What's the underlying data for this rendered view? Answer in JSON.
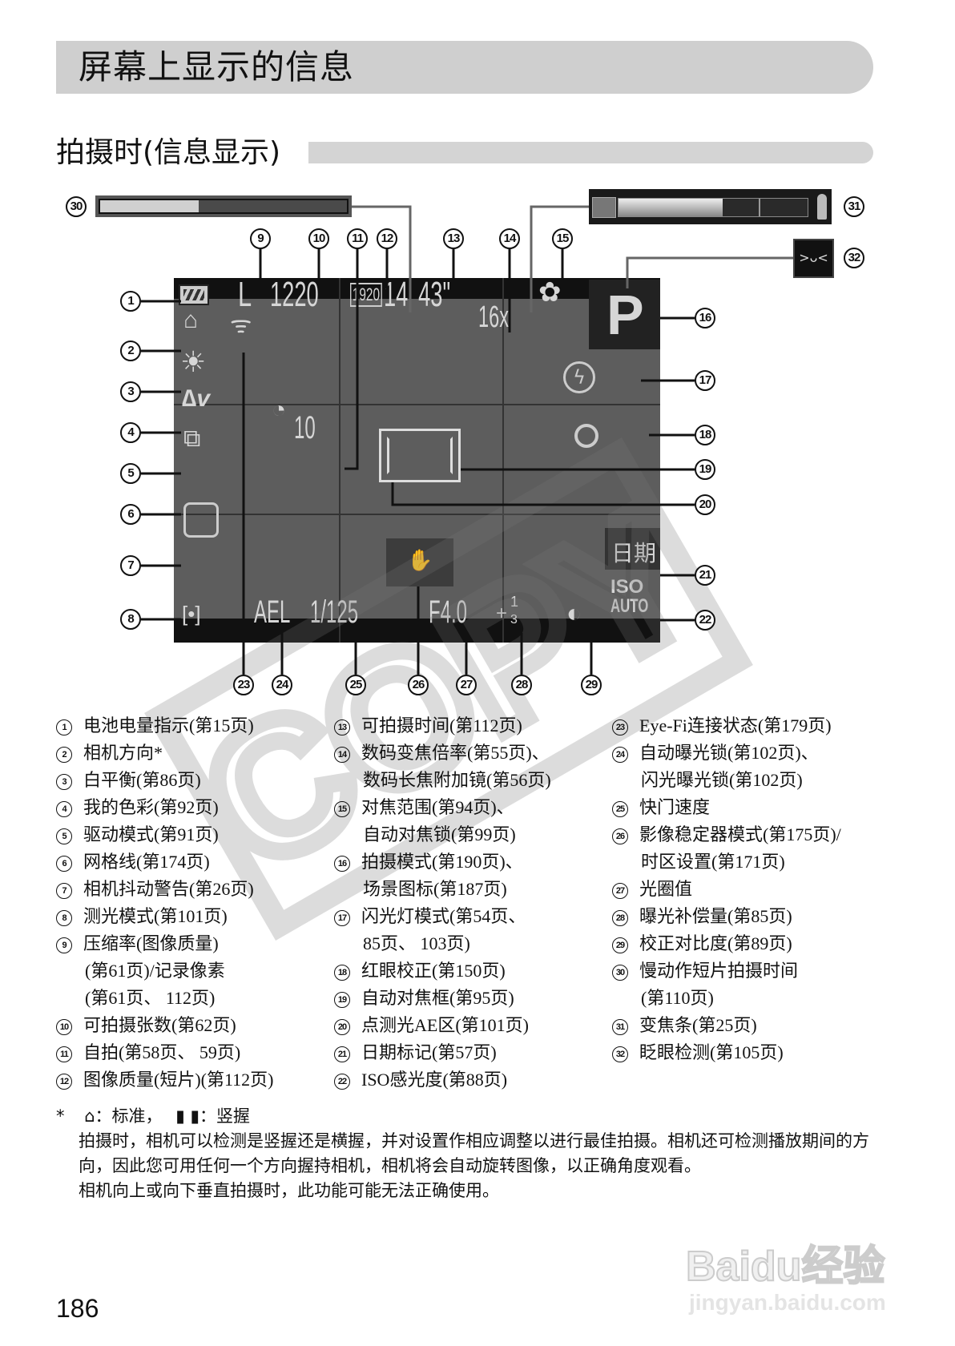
{
  "header": {
    "title": "屏幕上显示的信息"
  },
  "section": {
    "title": "拍摄时(信息显示)"
  },
  "diagram": {
    "slow_motion_bar_fill": 0.4,
    "zoom_bar_fill": 0.55,
    "readouts": {
      "shots_remaining": "1220",
      "movie_quality": "1920",
      "recording_time": "14' 43\"",
      "digital_zoom": "16x",
      "shooting_mode": "P",
      "self_timer": "10",
      "date_stamp": "日期",
      "iso_top": "ISO",
      "iso_bottom": "AUTO",
      "ae_lock": "AEL",
      "shutter_speed": "1/125",
      "aperture": "F4.0",
      "exposure_comp_sign": "+",
      "exposure_comp_num": "1",
      "exposure_comp_den": "3",
      "compression": "L"
    },
    "icons": [
      "battery-icon",
      "camera-orientation-icon",
      "white-balance-icon",
      "my-colors-icon",
      "drive-mode-icon",
      "camera-shake-icon",
      "metering-icon",
      "eye-fi-icon",
      "macro-icon",
      "flash-off-icon",
      "red-eye-icon",
      "self-timer-icon",
      "image-stabilizer-icon",
      "i-contrast-icon",
      "blink-detection-icon",
      "zoom-bar-icon"
    ],
    "callouts": [
      "1",
      "2",
      "3",
      "4",
      "5",
      "6",
      "7",
      "8",
      "9",
      "10",
      "11",
      "12",
      "13",
      "14",
      "15",
      "16",
      "17",
      "18",
      "19",
      "20",
      "21",
      "22",
      "23",
      "24",
      "25",
      "26",
      "27",
      "28",
      "29",
      "30",
      "31",
      "32"
    ],
    "watermark": "COPY"
  },
  "legend": {
    "columns": [
      [
        {
          "num": "1",
          "lines": [
            "电池电量指示(第15页)"
          ]
        },
        {
          "num": "2",
          "lines": [
            "相机方向*"
          ]
        },
        {
          "num": "3",
          "lines": [
            "白平衡(第86页)"
          ]
        },
        {
          "num": "4",
          "lines": [
            "我的色彩(第92页)"
          ]
        },
        {
          "num": "5",
          "lines": [
            "驱动模式(第91页)"
          ]
        },
        {
          "num": "6",
          "lines": [
            "网格线(第174页)"
          ]
        },
        {
          "num": "7",
          "lines": [
            "相机抖动警告(第26页)"
          ]
        },
        {
          "num": "8",
          "lines": [
            "测光模式(第101页)"
          ]
        },
        {
          "num": "9",
          "lines": [
            "压缩率(图像质量)",
            "(第61页)/记录像素",
            "(第61页、 112页)"
          ]
        },
        {
          "num": "10",
          "lines": [
            "可拍摄张数(第62页)"
          ]
        },
        {
          "num": "11",
          "lines": [
            "自拍(第58页、 59页)"
          ]
        },
        {
          "num": "12",
          "lines": [
            "图像质量(短片)(第112页)"
          ]
        }
      ],
      [
        {
          "num": "13",
          "lines": [
            "可拍摄时间(第112页)"
          ]
        },
        {
          "num": "14",
          "lines": [
            "数码变焦倍率(第55页)、",
            "数码长焦附加镜(第56页)"
          ]
        },
        {
          "num": "15",
          "lines": [
            "对焦范围(第94页)、",
            "自动对焦锁(第99页)"
          ]
        },
        {
          "num": "16",
          "lines": [
            "拍摄模式(第190页)、",
            "场景图标(第187页)"
          ]
        },
        {
          "num": "17",
          "lines": [
            "闪光灯模式(第54页、",
            "85页、 103页)"
          ]
        },
        {
          "num": "18",
          "lines": [
            "红眼校正(第150页)"
          ]
        },
        {
          "num": "19",
          "lines": [
            "自动对焦框(第95页)"
          ]
        },
        {
          "num": "20",
          "lines": [
            "点测光AE区(第101页)"
          ]
        },
        {
          "num": "21",
          "lines": [
            "日期标记(第57页)"
          ]
        },
        {
          "num": "22",
          "lines": [
            "ISO感光度(第88页)"
          ]
        }
      ],
      [
        {
          "num": "23",
          "lines": [
            "Eye-Fi连接状态(第179页)"
          ]
        },
        {
          "num": "24",
          "lines": [
            "自动曝光锁(第102页)、",
            "闪光曝光锁(第102页)"
          ]
        },
        {
          "num": "25",
          "lines": [
            "快门速度"
          ]
        },
        {
          "num": "26",
          "lines": [
            "影像稳定器模式(第175页)/",
            "时区设置(第171页)"
          ]
        },
        {
          "num": "27",
          "lines": [
            "光圈值"
          ]
        },
        {
          "num": "28",
          "lines": [
            "曝光补偿量(第85页)"
          ]
        },
        {
          "num": "29",
          "lines": [
            "校正对比度(第89页)"
          ]
        },
        {
          "num": "30",
          "lines": [
            "慢动作短片拍摄时间",
            "(第110页)"
          ]
        },
        {
          "num": "31",
          "lines": [
            "变焦条(第25页)"
          ]
        },
        {
          "num": "32",
          "lines": [
            "眨眼检测(第105页)"
          ]
        }
      ]
    ]
  },
  "footnote": {
    "marker": "*",
    "standard_label": "：标准，",
    "vertical_label": "：竖握",
    "paragraphs": [
      "拍摄时，相机可以检测是竖握还是横握，并对设置作相应调整以进行最佳拍摄。相机还可检测播放期间的方向，因此您可用任何一个方向握持相机，相机将会自动旋转图像，以正确角度观看。",
      "相机向上或向下垂直拍摄时，此功能可能无法正确使用。"
    ]
  },
  "page_number": "186",
  "watermark": {
    "brand": "Baidu经验",
    "url": "jingyan.baidu.com"
  }
}
